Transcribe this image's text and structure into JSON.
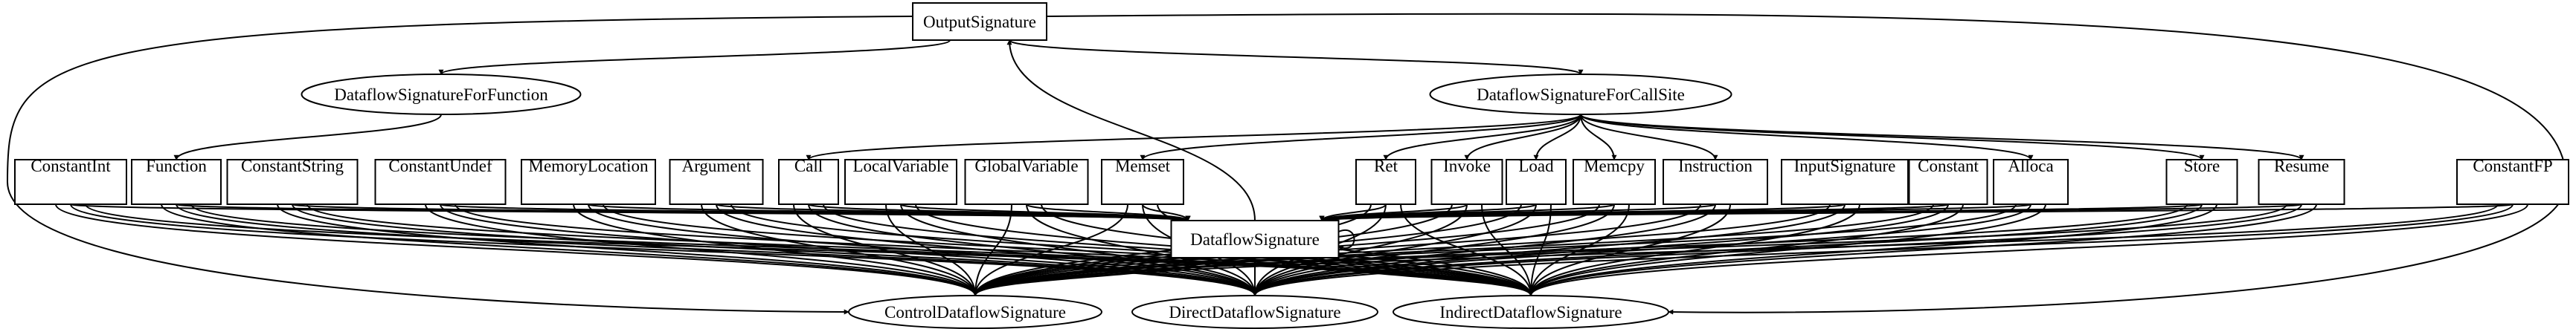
{
  "diagram": {
    "type": "class-inheritance-graph",
    "nodes": {
      "output_signature": "OutputSignature",
      "dataflow_signature_for_function": "DataflowSignatureForFunction",
      "dataflow_signature_for_call_site": "DataflowSignatureForCallSite",
      "function": "Function",
      "constant_int": "ConstantInt",
      "constant_string": "ConstantString",
      "constant_undef": "ConstantUndef",
      "memory_location": "MemoryLocation",
      "argument": "Argument",
      "call": "Call",
      "local_variable": "LocalVariable",
      "global_variable": "GlobalVariable",
      "memset": "Memset",
      "ret": "Ret",
      "invoke": "Invoke",
      "load": "Load",
      "memcpy": "Memcpy",
      "instruction": "Instruction",
      "input_signature": "InputSignature",
      "constant": "Constant",
      "alloca": "Alloca",
      "store": "Store",
      "resume": "Resume",
      "constant_fp": "ConstantFP",
      "dataflow_signature": "DataflowSignature",
      "control_dataflow_signature": "ControlDataflowSignature",
      "direct_dataflow_signature": "DirectDataflowSignature",
      "indirect_dataflow_signature": "IndirectDataflowSignature"
    }
  }
}
